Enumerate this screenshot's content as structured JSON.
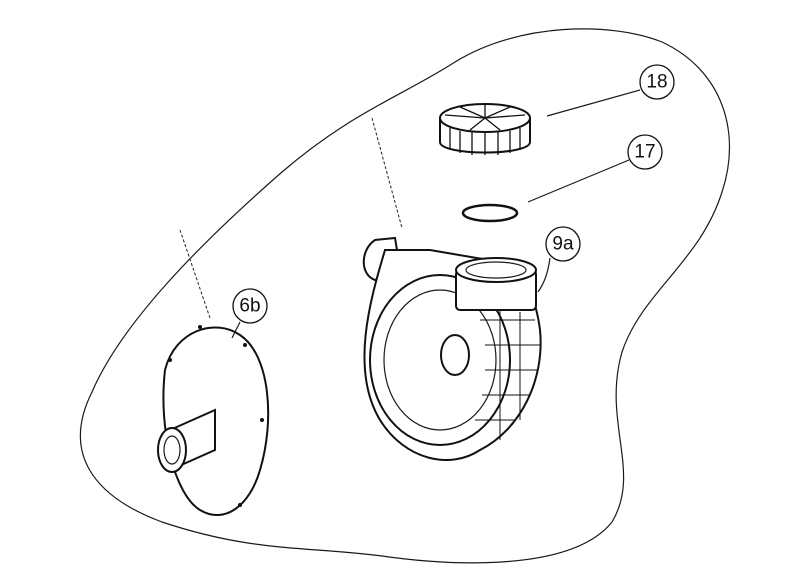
{
  "diagram": {
    "callouts": [
      {
        "id": "18",
        "part": "cap"
      },
      {
        "id": "17",
        "part": "o-ring"
      },
      {
        "id": "9a",
        "part": "pump-housing"
      },
      {
        "id": "6b",
        "part": "housing-cover"
      }
    ]
  }
}
